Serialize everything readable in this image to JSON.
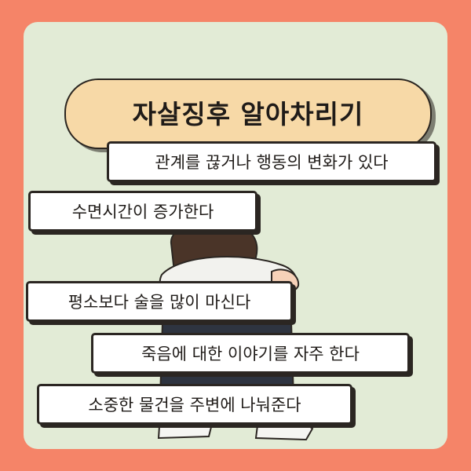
{
  "title": "자살징후 알아차리기",
  "signs": [
    "관계를 끊거나 행동의 변화가 있다",
    "수면시간이 증가한다",
    "평소보다 술을 많이 마신다",
    "죽음에 대한 이야기를 자주 한다",
    "소중한 물건을 주변에 나눠준다"
  ],
  "colors": {
    "background": "#f58468",
    "card": "#e2ebd6",
    "title_pill": "#f7d9a7",
    "outline": "#2b2622"
  }
}
